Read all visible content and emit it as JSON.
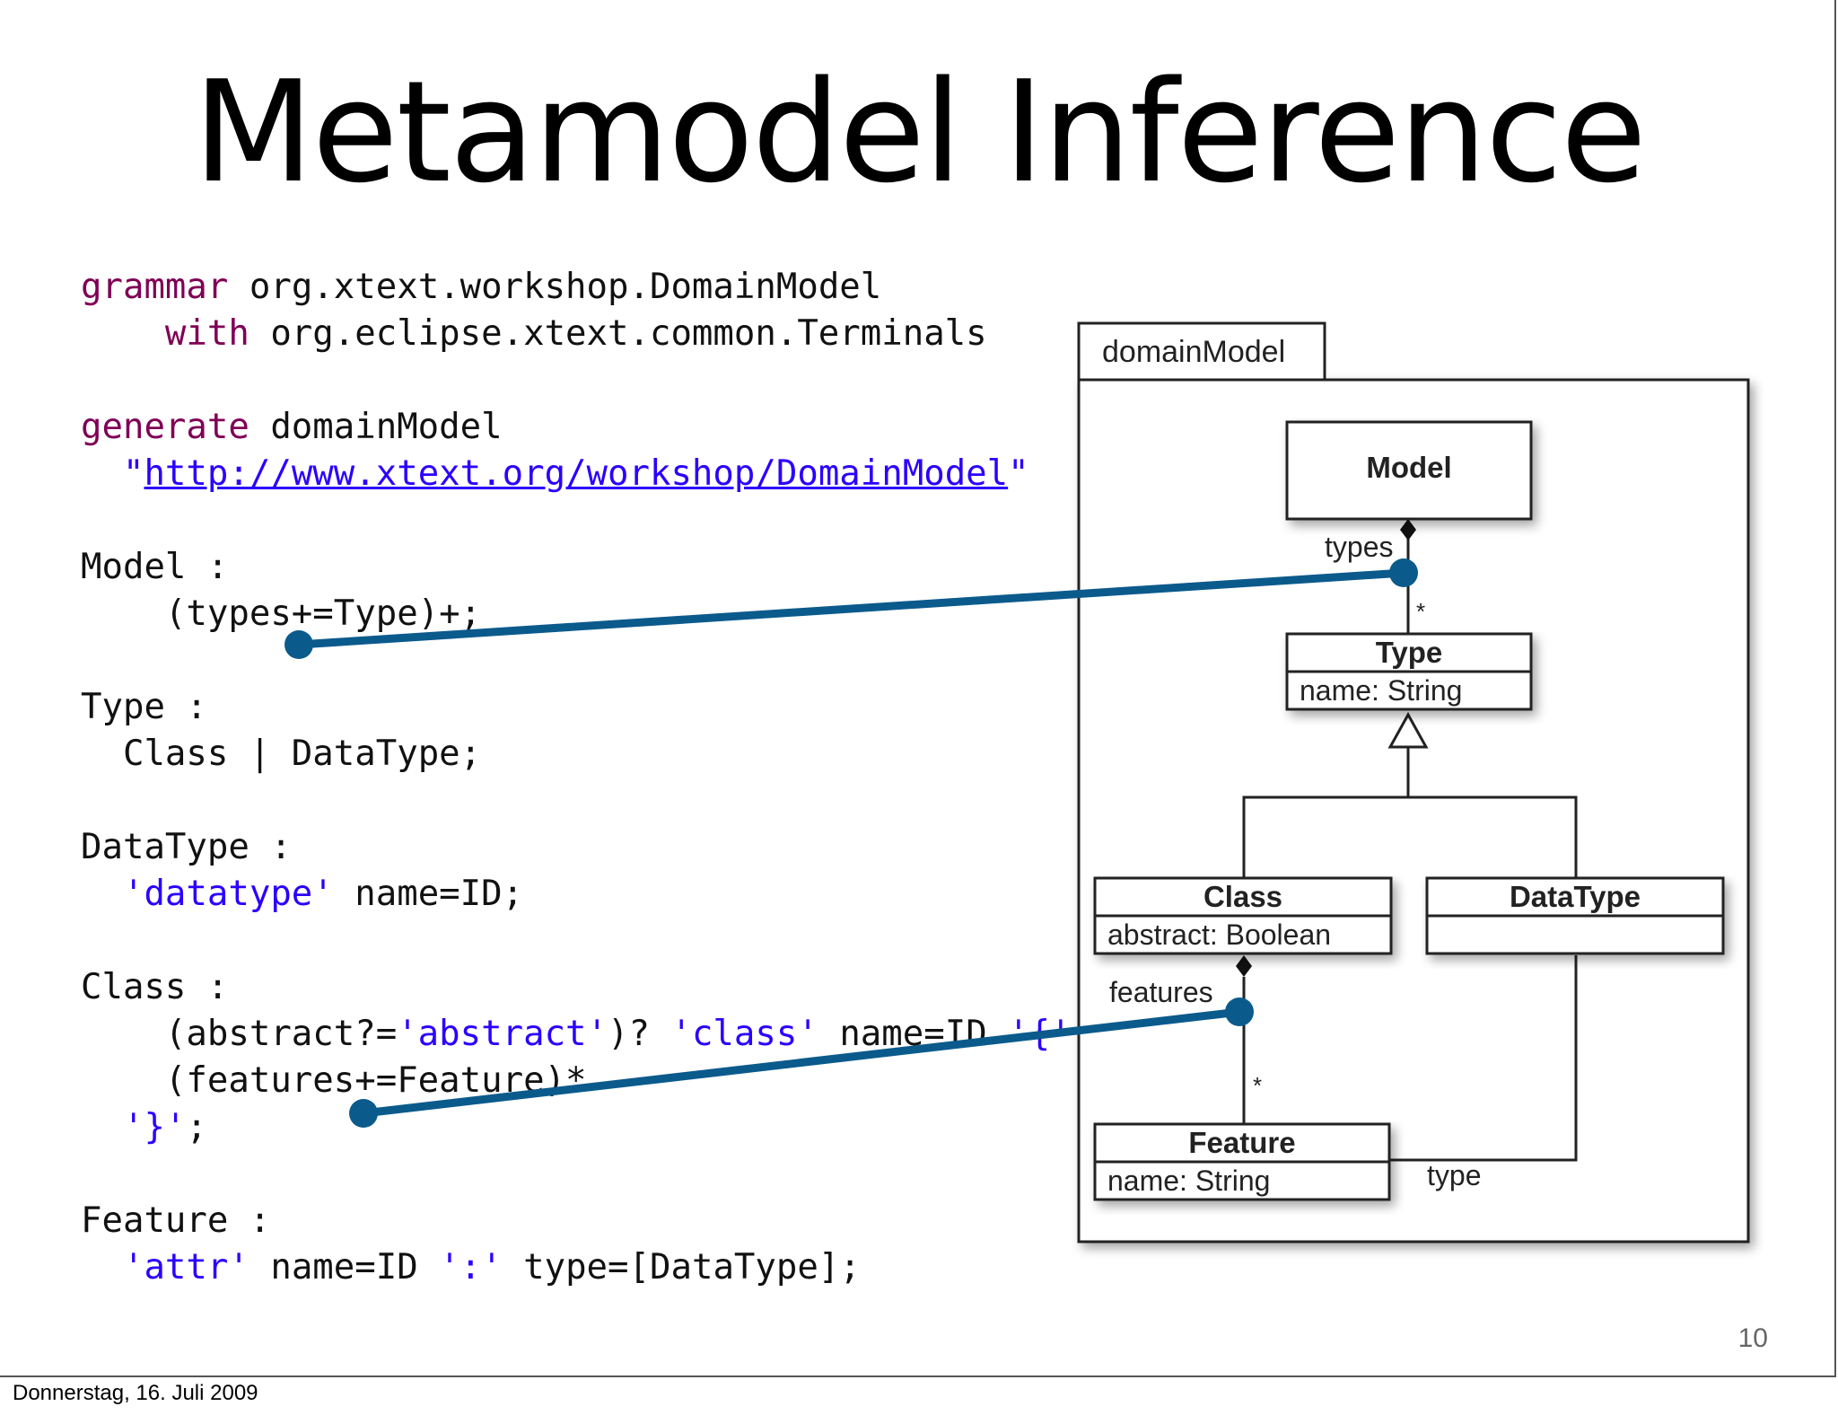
{
  "slide": {
    "title": "Metamodel Inference",
    "page_number": "10",
    "footer_date": "Donnerstag, 16. Juli 2009"
  },
  "code": {
    "grammar_kw": "grammar",
    "grammar_name": " org.xtext.workshop.DomainModel",
    "with_kw": "with",
    "with_name": " org.eclipse.xtext.common.Terminals",
    "generate_kw": "generate",
    "generate_name": " domainModel",
    "quote_open": "\"",
    "url": "http://www.xtext.org/workshop/DomainModel",
    "quote_close": "\"",
    "model_rule": "Model :",
    "model_body": "(types+=Type)+;",
    "type_rule": "Type :",
    "type_body": "Class | DataType;",
    "datatype_rule": "DataType :",
    "datatype_kw": "'datatype'",
    "datatype_body": " name=ID;",
    "class_rule": "Class :",
    "class_paren_open": "(abstract?=",
    "class_abstract_kw": "'abstract'",
    "class_paren_close": ")? ",
    "class_kw": "'class'",
    "class_name": " name=ID ",
    "class_brace_open": "'{'",
    "class_features": "(features+=Feature)*",
    "class_brace_close": "'}'",
    "class_semicolon": ";",
    "feature_rule": "Feature :",
    "feature_attr_kw": "'attr'",
    "feature_name": " name=ID ",
    "feature_colon_kw": "':'",
    "feature_type": " type=[DataType];"
  },
  "diagram": {
    "package_name": "domainModel",
    "model_class": "Model",
    "type_class": "Type",
    "type_attr": "name: String",
    "class_class": "Class",
    "class_attr": "abstract: Boolean",
    "datatype_class": "DataType",
    "feature_class": "Feature",
    "feature_attr": "name: String",
    "types_role": "types",
    "features_role": "features",
    "type_role": "type",
    "types_multiplicity": "*",
    "features_multiplicity": "*"
  },
  "colors": {
    "connector": "#0b5a8c",
    "keyword": "#7f0055",
    "string": "#2a00ff"
  }
}
